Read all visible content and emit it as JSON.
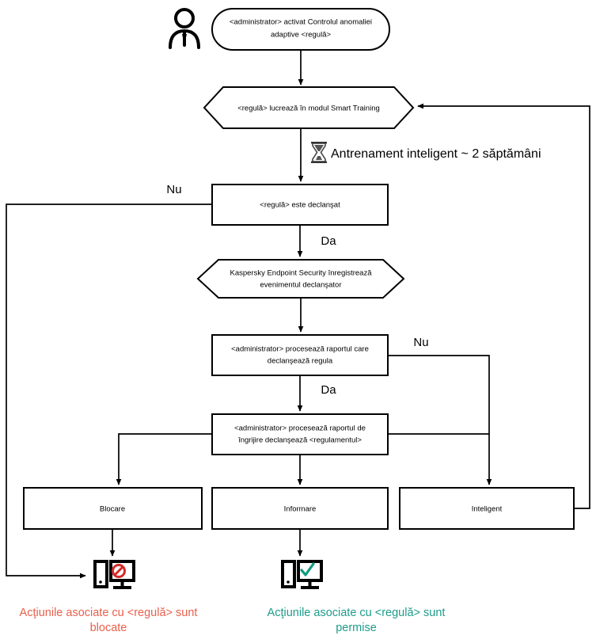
{
  "diagram": {
    "title_present": false,
    "language": "ro",
    "colors": {
      "blocked": "#e8604c",
      "allowed": "#1c9c8b",
      "stroke": "#000000",
      "fill": "#ffffff",
      "prohibition": "#d42a2a",
      "check": "#0f9b7e"
    },
    "nodes": {
      "actor": {
        "icon": "person-icon"
      },
      "start": {
        "shape": "rounded-rect",
        "line1": "<administrator> activat Controlul anomaliei",
        "line2": "adaptive <regulă>"
      },
      "smart_training": {
        "shape": "hexagon",
        "line1": "<regulă> lucrează în modul Smart Training"
      },
      "rule_triggered": {
        "shape": "rect",
        "line1": "<regulă> este declanşat"
      },
      "kes_logs": {
        "shape": "hexagon",
        "line1": "Kaspersky Endpoint Security înregistrează",
        "line2": "evenimentul declanşator"
      },
      "admin_processes_report": {
        "shape": "rect",
        "line1": "<administrator> procesează raportul care",
        "line2": "declanşează regula"
      },
      "admin_processes_care_report": {
        "shape": "rect",
        "line1": "<administrator> procesează raportul de",
        "line2": "îngrijire declanşează <regulamentul>"
      },
      "action_block": {
        "shape": "rect",
        "label": "Blocare"
      },
      "action_inform": {
        "shape": "rect",
        "label": "Informare"
      },
      "action_smart": {
        "shape": "rect",
        "label": "Inteligent"
      }
    },
    "annotations": {
      "training_duration": {
        "icon": "hourglass-icon",
        "text": "Antrenament inteligent ~ 2 săptămâni"
      }
    },
    "edge_labels": {
      "no_from_rule_triggered": "Nu",
      "yes_from_rule_triggered": "Da",
      "no_from_admin_report": "Nu",
      "yes_from_admin_report": "Da"
    },
    "outcomes": {
      "blocked": {
        "icon": "computer-blocked-icon",
        "line1": "Acţiunile asociate cu <regulă> sunt",
        "line2": "blocate",
        "color": "#e8604c"
      },
      "allowed": {
        "icon": "computer-allowed-icon",
        "line1": "Acţiunile asociate cu <regulă> sunt",
        "line2": "permise",
        "color": "#1c9c8b"
      }
    }
  }
}
